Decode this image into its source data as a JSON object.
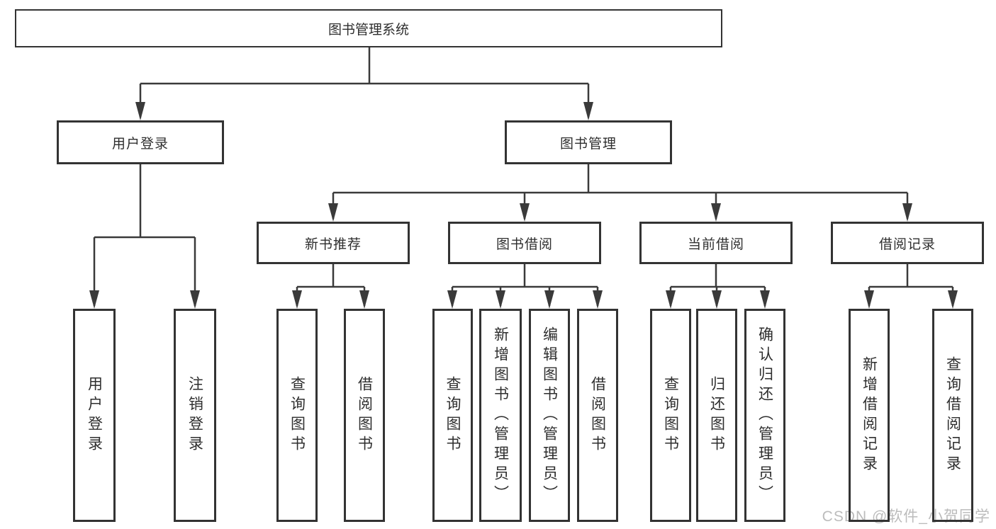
{
  "diagram": {
    "root": {
      "label": "图书管理系统"
    },
    "level2": {
      "user_login": {
        "label": "用户登录"
      },
      "book_management": {
        "label": "图书管理"
      }
    },
    "level3": {
      "new_book_recommend": {
        "label": "新书推荐"
      },
      "book_borrow": {
        "label": "图书借阅"
      },
      "current_borrow": {
        "label": "当前借阅"
      },
      "borrow_records": {
        "label": "借阅记录"
      }
    },
    "leaves": {
      "user_login_children": [
        "用户登录",
        "注销登录"
      ],
      "new_book_recommend_children": [
        "查询图书",
        "借阅图书"
      ],
      "book_borrow_children": [
        "查询图书",
        "新增图书（管理员）",
        "编辑图书（管理员）",
        "借阅图书"
      ],
      "current_borrow_children": [
        "查询图书",
        "归还图书",
        "确认归还（管理员）"
      ],
      "borrow_records_children": [
        "新增借阅记录",
        "查询借阅记录"
      ]
    }
  },
  "watermark": "CSDN @软件_小贺同学",
  "colors": {
    "line": "#3a3a3a",
    "box_border": "#333333",
    "text": "#2e2e2e",
    "watermark": "#bcbcbc",
    "background": "#ffffff"
  }
}
